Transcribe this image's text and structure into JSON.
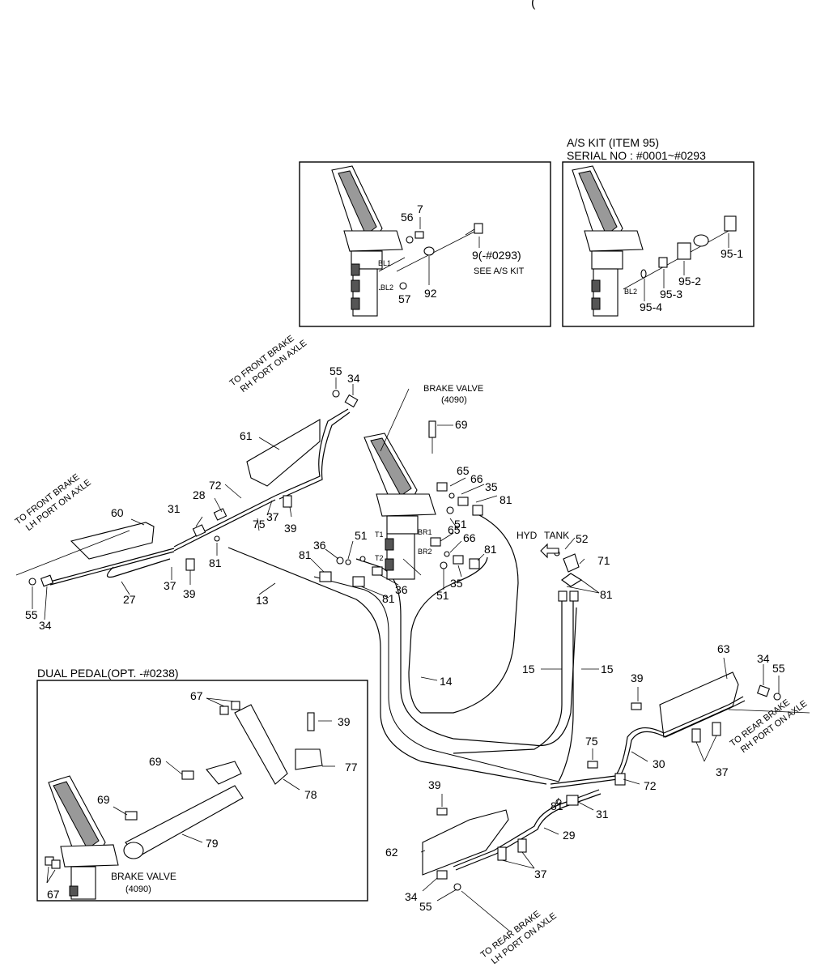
{
  "top_fragment": "(",
  "inset_main": {
    "labels": [
      "56",
      "7",
      "9(-#0293)",
      "SEE A/S KIT",
      "BL1",
      "BL2",
      "57",
      "92"
    ]
  },
  "inset_as_kit": {
    "title": "A/S KIT (ITEM 95)",
    "serial": "SERIAL NO : #0001~#0293",
    "labels": [
      "95-1",
      "95-2",
      "95-3",
      "95-4",
      "BL2"
    ]
  },
  "inset_dual": {
    "title": "DUAL PEDAL(OPT. -#0238)",
    "labels": [
      "67",
      "39",
      "69",
      "77",
      "69",
      "78",
      "79",
      "67"
    ],
    "brake_valve": [
      "BRAKE VALVE",
      "(4090)"
    ]
  },
  "notes": {
    "front_rh": [
      "TO FRONT BRAKE",
      "RH PORT ON AXLE"
    ],
    "front_lh": [
      "TO FRONT BRAKE",
      "LH PORT ON AXLE"
    ],
    "rear_rh": [
      "TO REAR BRAKE",
      "RH PORT ON AXLE"
    ],
    "rear_lh": [
      "TO REAR BRAKE",
      "LH PORT ON AXLE"
    ],
    "brake_valve": [
      "BRAKE VALVE",
      "(4090)"
    ],
    "hyd_tank": [
      "HYD",
      "TANK"
    ],
    "ports": [
      "T1",
      "T2",
      "BR1",
      "BR2"
    ]
  },
  "callouts": {
    "c55a": "55",
    "c34a": "34",
    "c69": "69",
    "c61": "61",
    "c65a": "65",
    "c66a": "66",
    "c35a": "35",
    "c81a": "81",
    "c72a": "72",
    "c28": "28",
    "c37a": "37",
    "c39a": "39",
    "c51a": "51",
    "c52": "52",
    "c31a": "31",
    "c60": "60",
    "c75a": "75",
    "c51b": "51",
    "c65b": "65",
    "c66b": "66",
    "c71": "71",
    "c36a": "36",
    "c81b": "81",
    "c81c": "81",
    "c81d": "81",
    "c36b": "36",
    "c35b": "35",
    "c81e": "81",
    "c81f": "81",
    "c37b": "37",
    "c39b": "39",
    "c27": "27",
    "c13": "13",
    "c51c": "51",
    "c55b": "55",
    "c34b": "34",
    "c63": "63",
    "c14": "14",
    "c15a": "15",
    "c15b": "15",
    "c34c": "34",
    "c55c": "55",
    "c39c": "39",
    "c37c": "37",
    "c75b": "75",
    "c30": "30",
    "c39d": "39",
    "c72b": "72",
    "c81g": "81",
    "c31b": "31",
    "c29": "29",
    "c62": "62",
    "c37d": "37",
    "c34d": "34",
    "c55d": "55"
  }
}
